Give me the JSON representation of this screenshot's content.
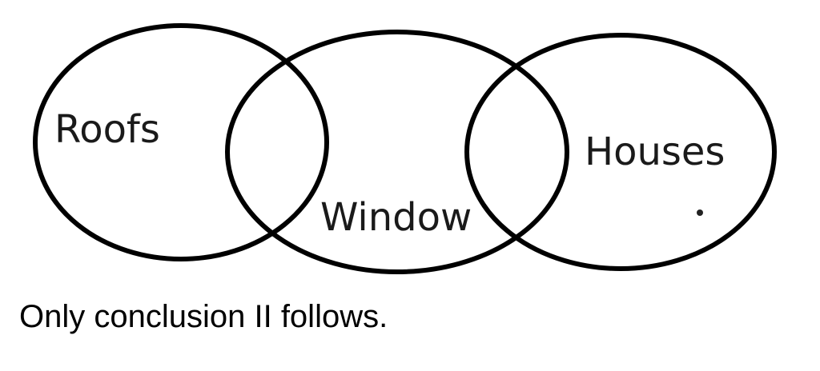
{
  "diagram": {
    "type": "venn",
    "sets": [
      {
        "id": "roofs",
        "label": "Roofs"
      },
      {
        "id": "window",
        "label": "Window"
      },
      {
        "id": "houses",
        "label": "Houses"
      }
    ],
    "colors": {
      "stroke": "#000000",
      "label": "#1a1a1a",
      "background": "#ffffff"
    }
  },
  "conclusion": "Only conclusion II follows."
}
